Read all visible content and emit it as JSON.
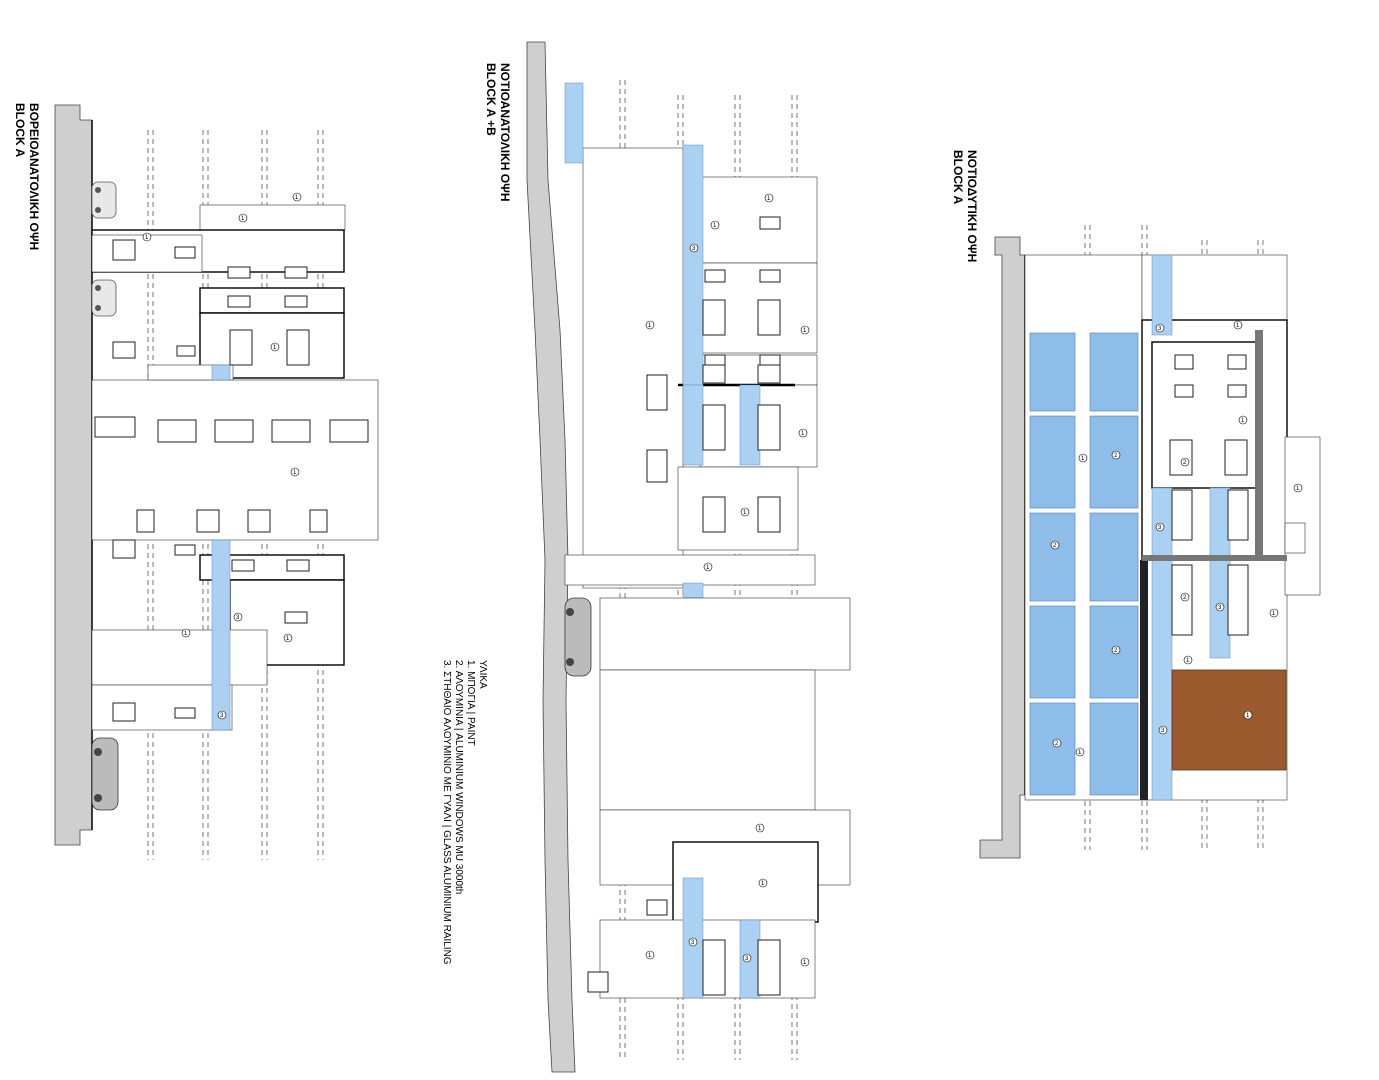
{
  "drawing": {
    "elevations": [
      {
        "id": "ne",
        "title_line1": "ΒΟΡΕΙΟΑΝΑΤΟΛΙΚΗ ΟΨΗ",
        "title_line2": "BLOCK A"
      },
      {
        "id": "se",
        "title_line1": "ΝΟΤΙΟΑΝΑΤΟΛΙΚΗ ΟΨΗ",
        "title_line2": "BLOCK A +B"
      },
      {
        "id": "sw",
        "title_line1": "ΝΟΤΙΟΔΥΤΙΚΗ ΟΨΗ",
        "title_line2": "BLOCK A"
      }
    ],
    "legend": {
      "heading": "ΥΛΙΚΑ",
      "items": [
        "1.    ΜΠΟΓΙΑ | PAINT",
        "2.    ΑΛΟΥΜΙΝΙΑ | ALUMINIUM WINDOWS  MU 3000th",
        "3.    ΣΤΗΘΑΙΟ ΑΛΟΥΜΙΝΙΟ ΜΕ ΓΥΑΛΙ | GLASS ALUMINIUM RAILING"
      ]
    },
    "tags": {
      "paint": "1",
      "windows": "2",
      "railing": "3"
    },
    "colors": {
      "glass": "#aad0f2",
      "glass_dark": "#8fbde9",
      "wood": "#9b5a2e",
      "ground": "#cfcfcf",
      "line": "#000000"
    }
  }
}
